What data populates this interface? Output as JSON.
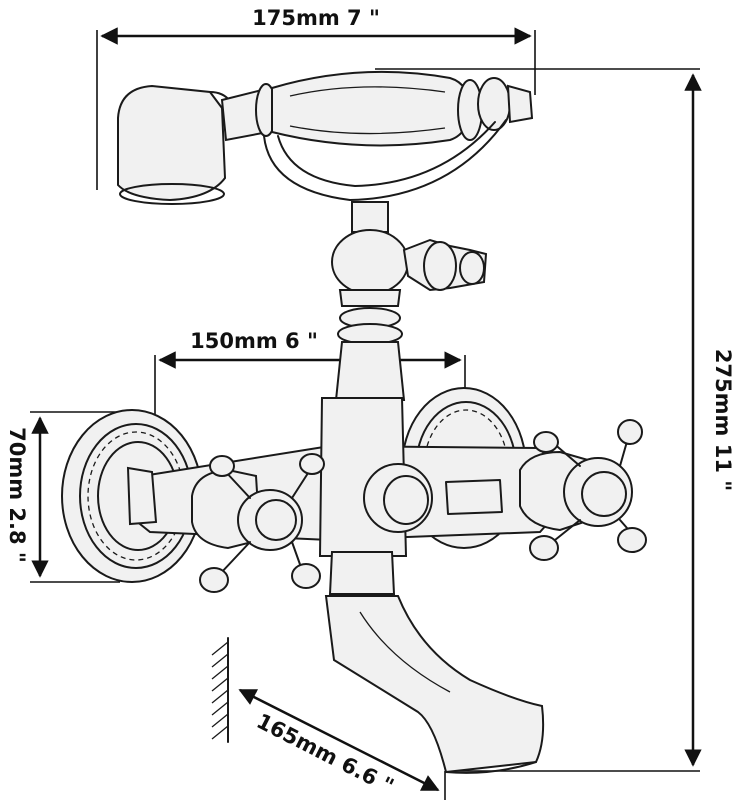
{
  "dimensions": {
    "handset_width": "175mm 7 \"",
    "total_height": "275mm 11 \"",
    "center_distance": "150mm 6 \"",
    "flange_diameter": "70mm 2.8 \"",
    "spout_reach": "165mm 6.6 \""
  },
  "colors": {
    "ink": "#1a1a1a",
    "background": "#ffffff",
    "fill": "#f1f1f1"
  }
}
